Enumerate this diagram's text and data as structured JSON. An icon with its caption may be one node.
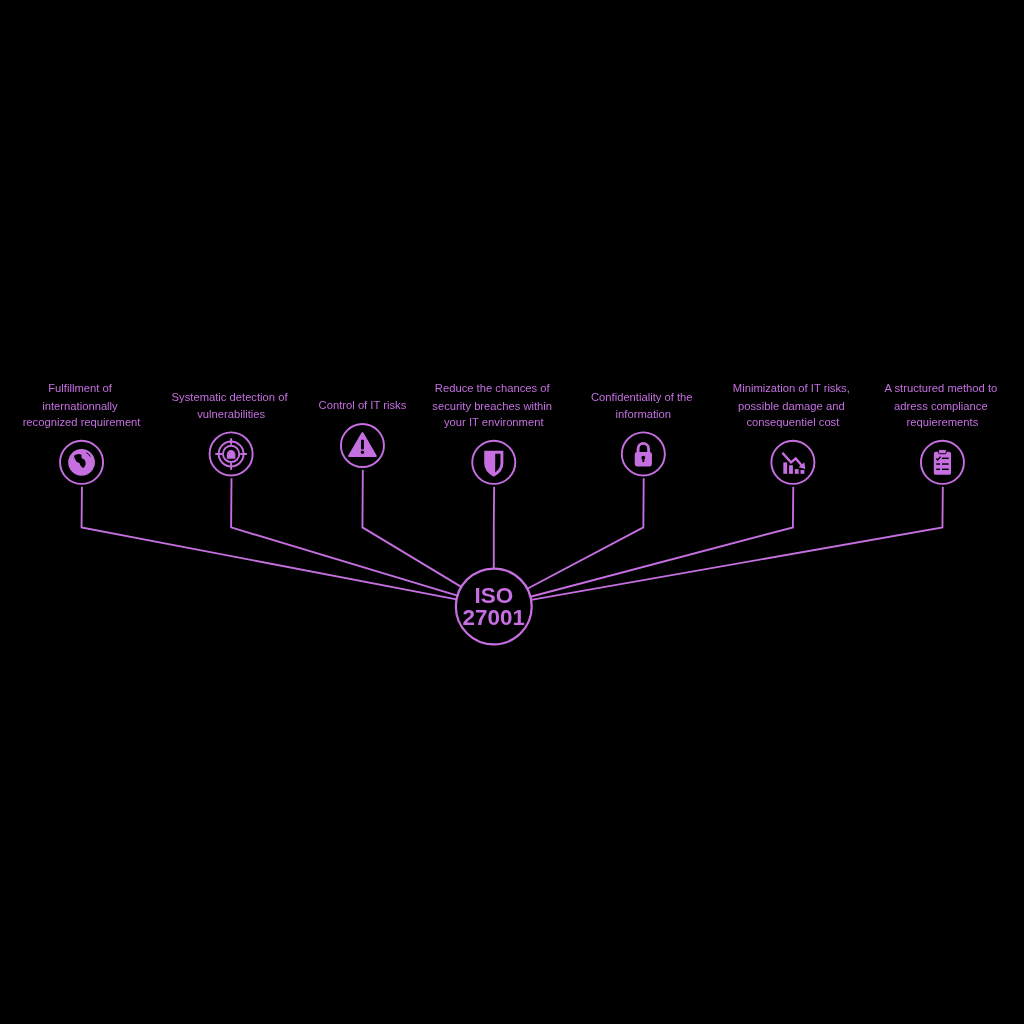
{
  "diagram": {
    "nodes": [
      {
        "text": [
          "ISO",
          "27001"
        ]
      },
      {
        "text": [
          "Fulfillment of internationnally recognized requirement"
        ]
      },
      {
        "text": [
          "Systematic detection of vulnerabilities"
        ]
      },
      {
        "text": [
          "Control of IT risks"
        ]
      },
      {
        "text": [
          "Reduce the chances of security breaches within your IT environment"
        ]
      },
      {
        "text": [
          "Confidentiality of the information"
        ]
      },
      {
        "text": [
          "Minimization of IT risks, possible damage and consequentiel cost"
        ]
      },
      {
        "text": [
          "A structured method to adress compliance requierements"
        ]
      }
    ],
    "edges": [
      {
        "from": 0,
        "to": 1,
        "arrow": "none"
      },
      {
        "from": 0,
        "to": 2,
        "arrow": "none"
      },
      {
        "from": 0,
        "to": 3,
        "arrow": "none"
      },
      {
        "from": 0,
        "to": 4,
        "arrow": "none"
      },
      {
        "from": 0,
        "to": 5,
        "arrow": "none"
      },
      {
        "from": 0,
        "to": 6,
        "arrow": "none"
      },
      {
        "from": 0,
        "to": 7,
        "arrow": "none"
      }
    ]
  }
}
